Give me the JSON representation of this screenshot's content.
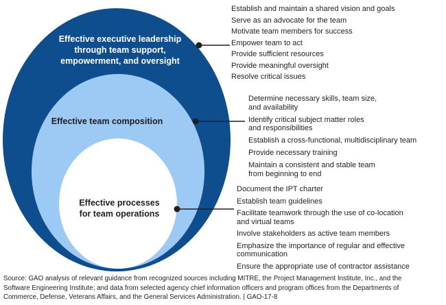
{
  "colors": {
    "outer_ring": "#0e4d8e",
    "middle_ring": "#9dc9f5",
    "inner_circle": "#ffffff",
    "connector": "#231f20"
  },
  "rings": {
    "leadership_label": "Effective executive leadership\nthrough team support,\nempowerment, and oversight",
    "composition_label": "Effective team composition",
    "processes_label": "Effective processes\nfor team operations"
  },
  "lists": {
    "leadership": {
      "items": [
        "Establish and maintain a shared vision and goals",
        "Serve as an advocate for the team",
        "Motivate team members for success",
        "Empower team to act",
        "Provide sufficient resources",
        "Provide meaningful oversight",
        "Resolve critical issues"
      ]
    },
    "composition": {
      "items": [
        "Determine necessary skills, team size,\nand availability",
        "Identify critical subject matter roles\nand responsibilities",
        "Establish a cross-functional, multidisciplinary team",
        "Provide necessary training",
        "Maintain a consistent and stable team\nfrom beginning to end"
      ]
    },
    "processes": {
      "items": [
        "Document the IPT charter",
        "Establish team guidelines",
        "Facilitate teamwork through the use of co-location\nand virtual teams",
        "Involve stakeholders as active team members",
        "Emphasize the importance of regular and effective\ncommunication",
        "Ensure the appropriate use of contractor assistance"
      ]
    }
  },
  "source_note": "Source: GAO analysis of relevant guidance from recognized sources including MITRE, the Project Management Institute, Inc., and the\nSoftware Engineering Institute; and data from selected agency chief information officers and program offices from the Departments of\nCommerce, Defense, Veterans Affairs, and the General Services Administration.  |  GAO-17-8"
}
